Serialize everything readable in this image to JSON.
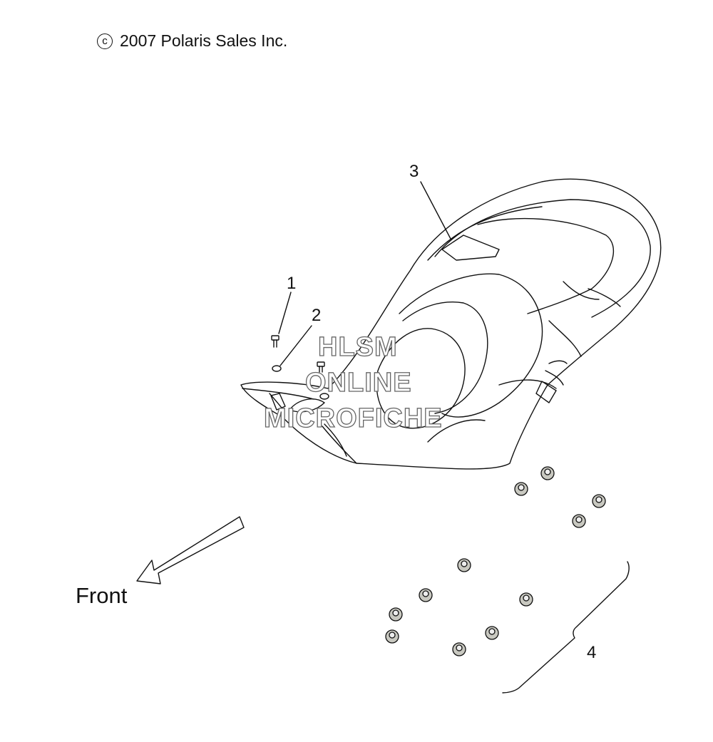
{
  "copyright": {
    "symbol": "c",
    "text": "2007 Polaris Sales Inc."
  },
  "callouts": [
    {
      "id": "1",
      "label": "1"
    },
    {
      "id": "2",
      "label": "2"
    },
    {
      "id": "3",
      "label": "3"
    },
    {
      "id": "4",
      "label": "4"
    }
  ],
  "direction": {
    "label": "Front"
  },
  "watermark": {
    "line1": "HLSM",
    "line2": "ONLINE",
    "line3": "MICROFICHE"
  },
  "colors": {
    "line": "#111111",
    "nut_fill": "#c8c8c0",
    "watermark_stroke": "#666666"
  }
}
